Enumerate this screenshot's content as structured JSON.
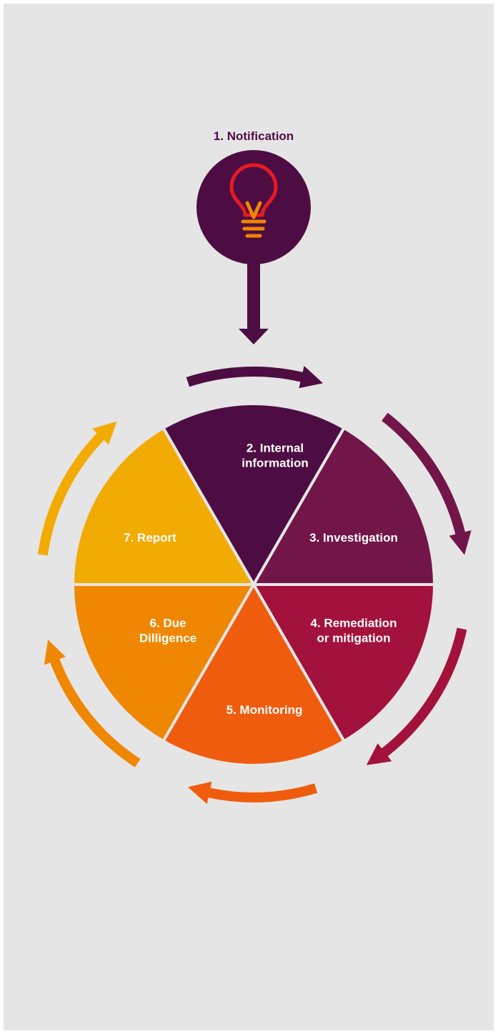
{
  "title": "1. Notification",
  "stages": [
    {
      "lines": [
        "2. Internal",
        "information"
      ],
      "color": "#4d0d43"
    },
    {
      "lines": [
        "3. Investigation"
      ],
      "color": "#721548"
    },
    {
      "lines": [
        "4. Remediation",
        "or mitigation"
      ],
      "color": "#a3123c"
    },
    {
      "lines": [
        "5. Monitoring"
      ],
      "color": "#f05c0e"
    },
    {
      "lines": [
        "6. Due",
        "Dilligence"
      ],
      "color": "#ef8703"
    },
    {
      "lines": [
        "7. Report"
      ],
      "color": "#f2ab03"
    }
  ],
  "colors": {
    "title": "#4d0d43",
    "notification_circle": "#4d0d43",
    "bulb": "#e81a24",
    "bulb_base": "#ef8703",
    "arrow_down": "#4d0d43",
    "cycle_arrows": [
      "#4d0d43",
      "#721548",
      "#a3123c",
      "#f05c0e",
      "#ef8703",
      "#f2ab03"
    ],
    "background": "#e6e5e5"
  },
  "icons": {
    "notification": "lightbulb-icon"
  }
}
